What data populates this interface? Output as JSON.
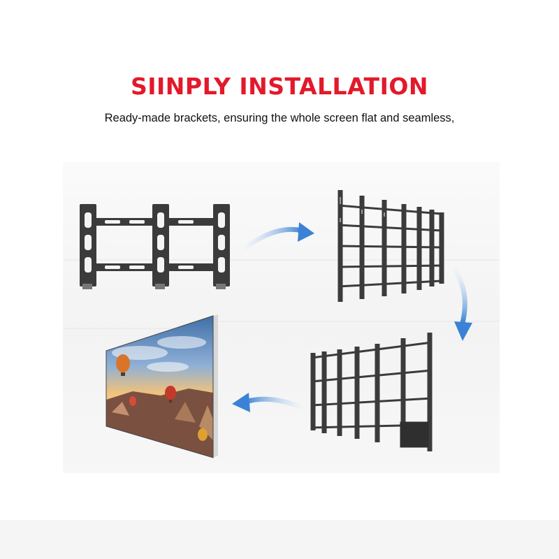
{
  "header": {
    "title": "SIINPLY INSTALLATION",
    "subtitle": "Ready-made brackets, ensuring the whole screen flat and seamless,"
  },
  "steps": [
    {
      "name": "single-bracket"
    },
    {
      "name": "bracket-grid"
    },
    {
      "name": "bracket-grid-with-control-box"
    },
    {
      "name": "assembled-led-screen"
    }
  ],
  "colors": {
    "title": "#e3192b",
    "arrow": "#3b82d6",
    "bracket": "#3b3b3b"
  }
}
